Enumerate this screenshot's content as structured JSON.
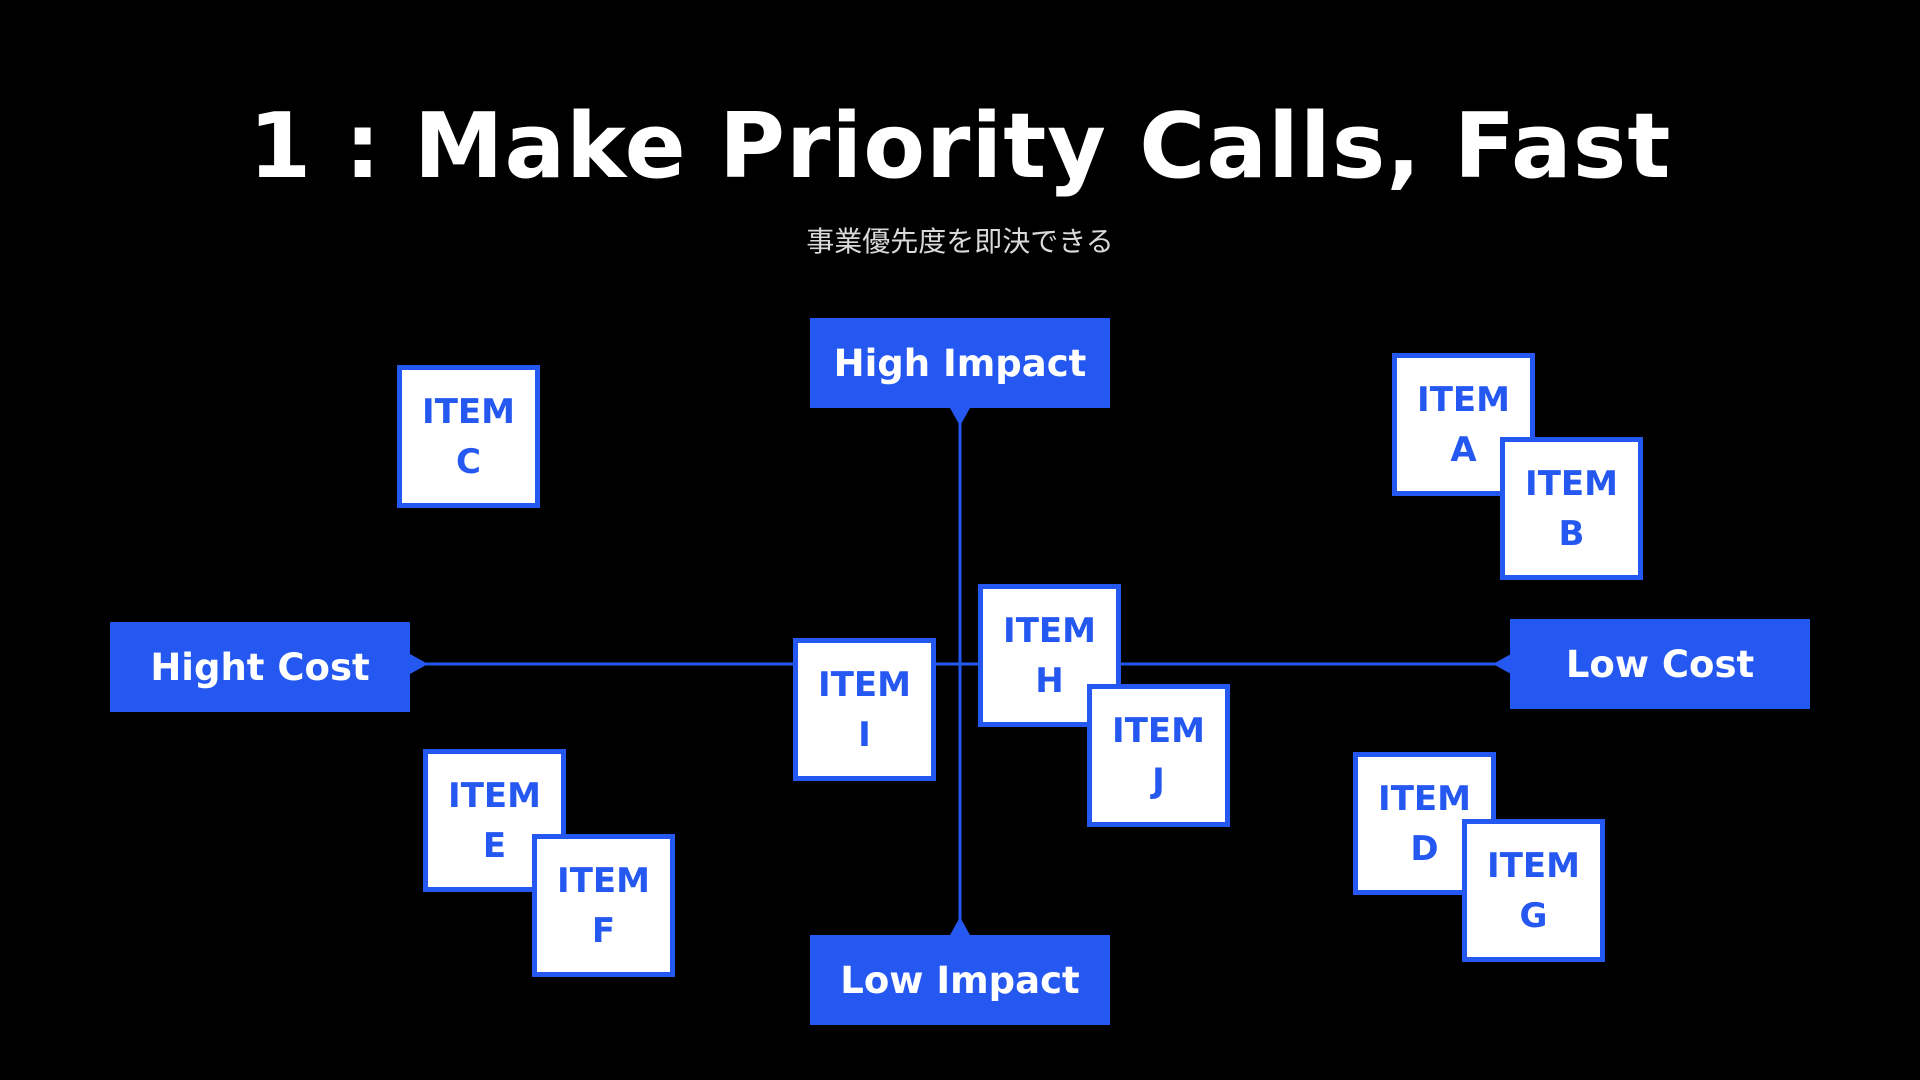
{
  "title": "1 : Make Priority Calls, Fast",
  "subtitle": "事業優先度を即決できる",
  "colors": {
    "background": "#000000",
    "accent": "#2458f0",
    "card": "#ffffff"
  },
  "axes": {
    "top": "High Impact",
    "bottom": "Low Impact",
    "left": "Hight Cost",
    "right": "Low Cost"
  },
  "items": [
    {
      "word": "ITEM",
      "letter": "A"
    },
    {
      "word": "ITEM",
      "letter": "B"
    },
    {
      "word": "ITEM",
      "letter": "C"
    },
    {
      "word": "ITEM",
      "letter": "D"
    },
    {
      "word": "ITEM",
      "letter": "E"
    },
    {
      "word": "ITEM",
      "letter": "F"
    },
    {
      "word": "ITEM",
      "letter": "G"
    },
    {
      "word": "ITEM",
      "letter": "H"
    },
    {
      "word": "ITEM",
      "letter": "I"
    },
    {
      "word": "ITEM",
      "letter": "J"
    }
  ]
}
